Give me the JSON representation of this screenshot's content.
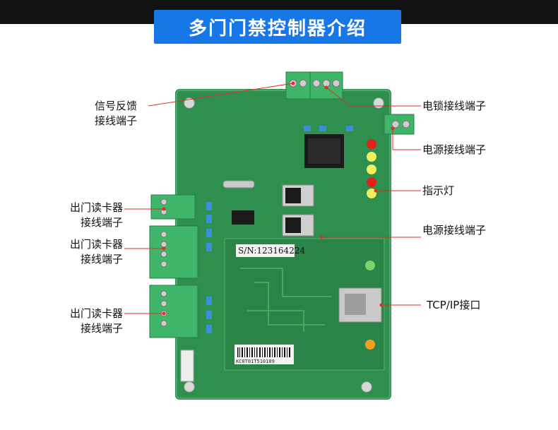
{
  "title": "多门门禁控制器介绍",
  "labels": {
    "feedback_line1": "信号反馈",
    "feedback_line2": "接线端子",
    "lock_terminal": "电锁接线端子",
    "power_terminal_1": "电源接线端子",
    "indicator": "指示灯",
    "power_terminal_2": "电源接线端子",
    "tcpip": "TCP/IP接口",
    "reader1_line1": "出门读卡器",
    "reader1_line2": "接线端子",
    "reader2_line1": "出门读卡器",
    "reader2_line2": "接线端子",
    "reader3_line1": "出门读卡器",
    "reader3_line2": "接线端子"
  },
  "board": {
    "serial": "S/N:123164224",
    "barcode": "KC0T01T510109"
  },
  "colors": {
    "title_bg": "#1877e6",
    "pcb": "#2f8f4e",
    "pointer": "#d9332b",
    "terminal": "#3fb56a"
  }
}
